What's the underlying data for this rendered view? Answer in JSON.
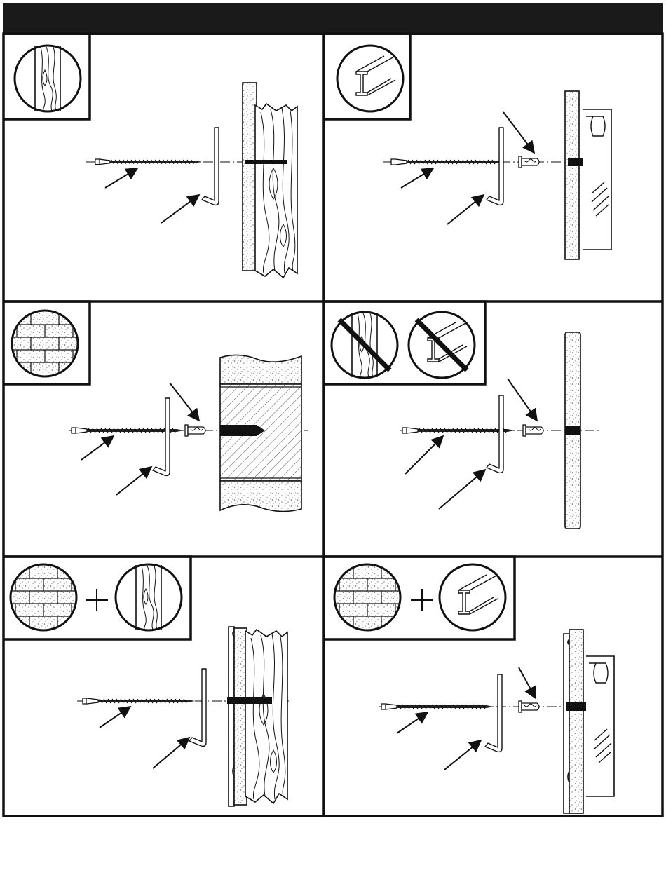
{
  "header": {
    "title": ""
  },
  "panels": [
    {
      "id": "wood-stud",
      "wall": "drywall-over-wood-stud",
      "symbols": [
        "wood-stud"
      ],
      "components": [
        "screw",
        "bracket"
      ]
    },
    {
      "id": "metal-stud",
      "wall": "drywall-over-metal-stud",
      "symbols": [
        "metal-stud"
      ],
      "components": [
        "screw",
        "bracket",
        "anchor"
      ]
    },
    {
      "id": "masonry",
      "wall": "concrete-block",
      "symbols": [
        "brick"
      ],
      "components": [
        "screw",
        "bracket",
        "anchor"
      ]
    },
    {
      "id": "drywall-only",
      "wall": "hollow-drywall",
      "symbols": [
        "no-wood-stud",
        "no-metal-stud"
      ],
      "components": [
        "screw",
        "bracket",
        "anchor"
      ]
    },
    {
      "id": "brick-plus-wood",
      "wall": "brick-veneer-over-wood",
      "symbols": [
        "brick",
        "plus",
        "wood-stud"
      ],
      "components": [
        "screw",
        "bracket"
      ]
    },
    {
      "id": "brick-plus-metal",
      "wall": "brick-veneer-over-metal",
      "symbols": [
        "brick",
        "plus",
        "metal-stud"
      ],
      "components": [
        "screw",
        "bracket",
        "anchor"
      ]
    }
  ],
  "colors": {
    "ink": "#111111",
    "paper": "#ffffff",
    "header": "#1a1a1a",
    "stipple": "#777777"
  }
}
